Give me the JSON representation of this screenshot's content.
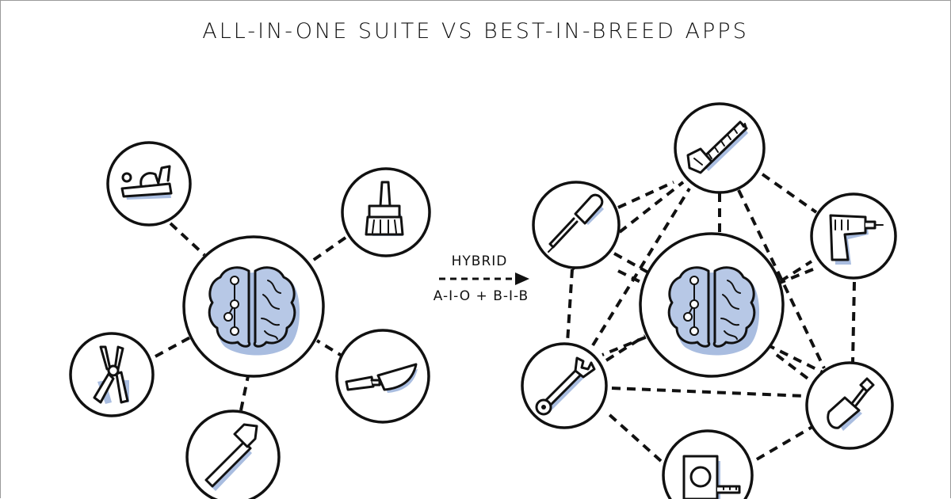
{
  "title": "ALL-IN-ONE SUITE VS BEST-IN-BREED APPS",
  "hybrid_label": "HYBRID",
  "hybrid_sub_label": "A-I-O + B-I-B",
  "colors": {
    "ink": "#111111",
    "accent_blue": "#b7c8e6",
    "shadow_blue": "#a9bde0"
  },
  "left_cluster": {
    "center": "brain-icon",
    "tools": [
      "plane-icon",
      "paintbrush-icon",
      "trowel-icon",
      "hammer-icon",
      "pliers-icon"
    ]
  },
  "right_cluster": {
    "center": "brain-icon",
    "tools": [
      "saw-icon",
      "drill-icon",
      "shovel-icon",
      "tape-measure-icon",
      "wrench-icon",
      "screwdriver-icon"
    ]
  }
}
